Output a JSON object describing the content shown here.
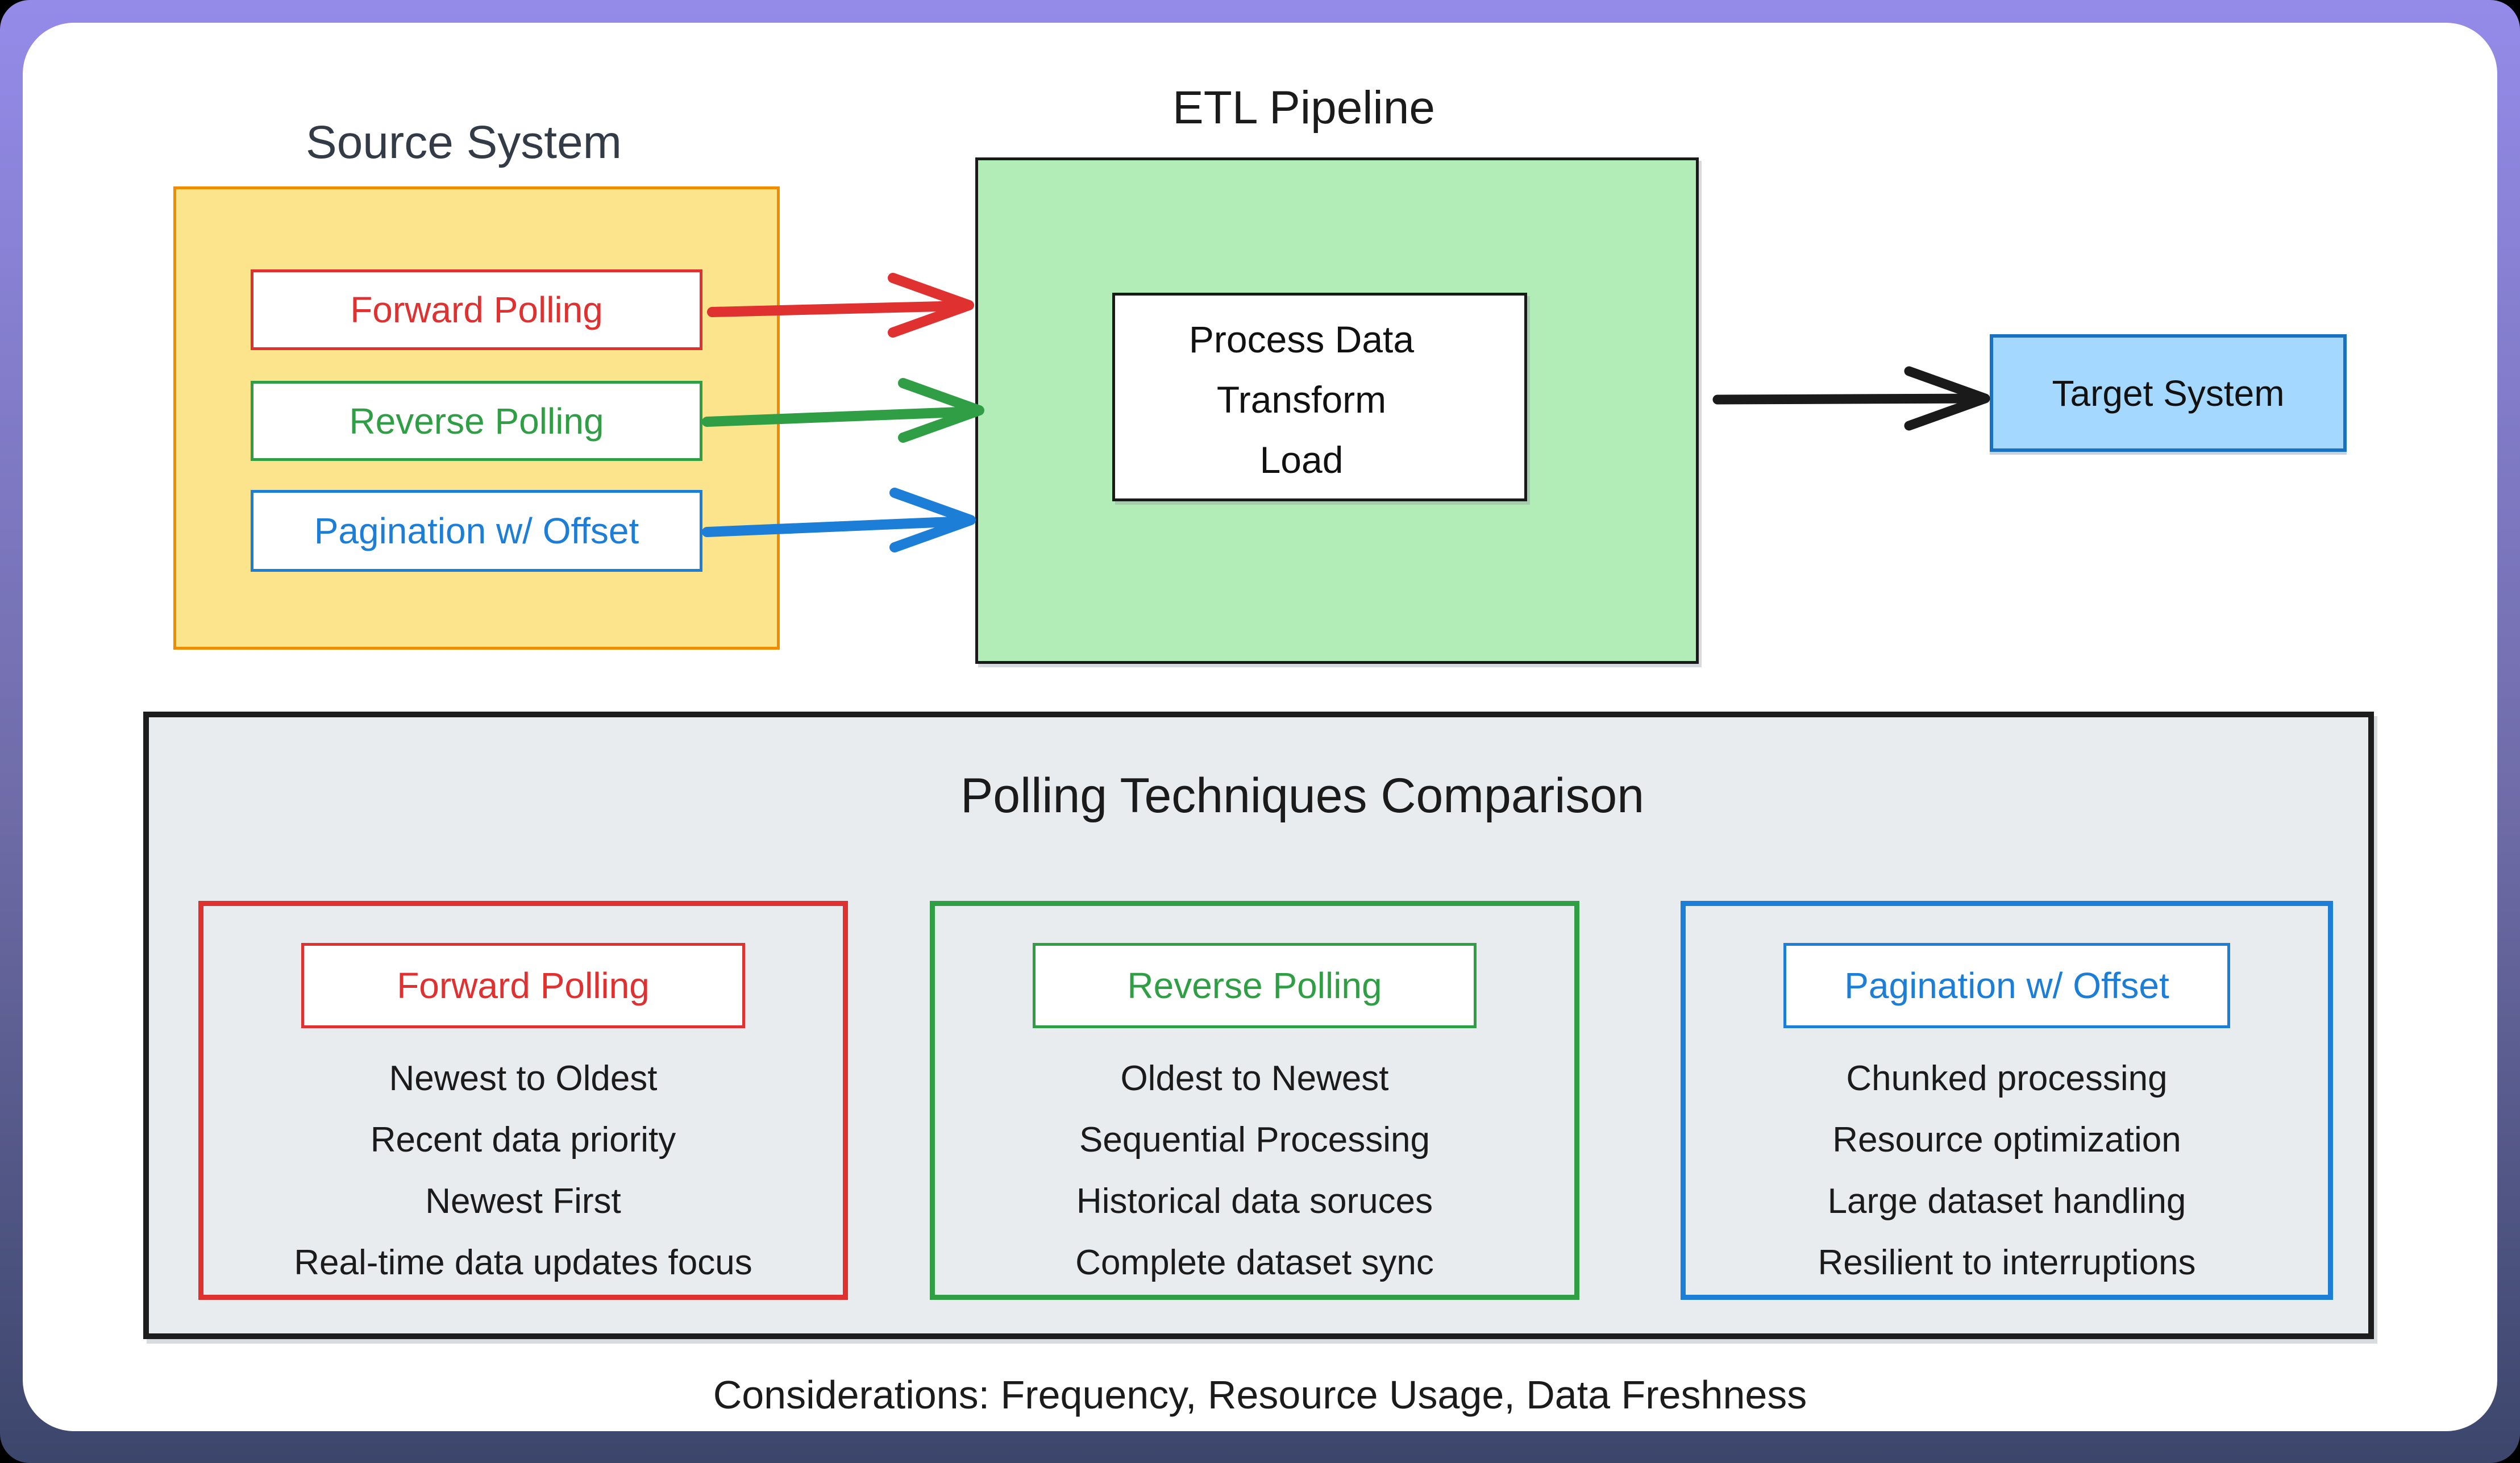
{
  "source_system": {
    "title": "Source System",
    "boxes": [
      {
        "label": "Forward Polling"
      },
      {
        "label": "Reverse Polling"
      },
      {
        "label": "Pagination w/ Offset"
      }
    ]
  },
  "etl_pipeline": {
    "title": "ETL Pipeline",
    "process_box": {
      "lines": [
        "Process Data",
        "Transform",
        "Load"
      ]
    }
  },
  "target_system": {
    "label": "Target System"
  },
  "comparison": {
    "title": "Polling Techniques Comparison",
    "cards": [
      {
        "header": "Forward Polling",
        "lines": [
          "Newest to Oldest",
          "Recent data priority",
          "Newest First",
          "Real-time data updates focus"
        ]
      },
      {
        "header": "Reverse Polling",
        "lines": [
          "Oldest to Newest",
          "Sequential Processing",
          "Historical data soruces",
          "Complete dataset sync"
        ]
      },
      {
        "header": "Pagination w/ Offset",
        "lines": [
          "Chunked processing",
          "Resource optimization",
          "Large dataset handling",
          "Resilient to interruptions"
        ]
      }
    ]
  },
  "caption": "Considerations: Frequency, Resource Usage, Data Freshness",
  "colors": {
    "red": "#E03131",
    "green": "#2F9E44",
    "blue": "#1C7ED6",
    "black": "#1A1A1A",
    "orange_border": "#F08C00",
    "yellow_fill": "#FBE48C",
    "etl_green_fill": "#B2ECB6",
    "target_blue_fill": "#A5D8FF",
    "target_blue_border": "#1971C2",
    "panel_gray_fill": "#E9ECEF",
    "heading_slate": "#333B46",
    "frame_gradient_top": "#948BE9",
    "frame_gradient_bottom": "#3C466B"
  }
}
